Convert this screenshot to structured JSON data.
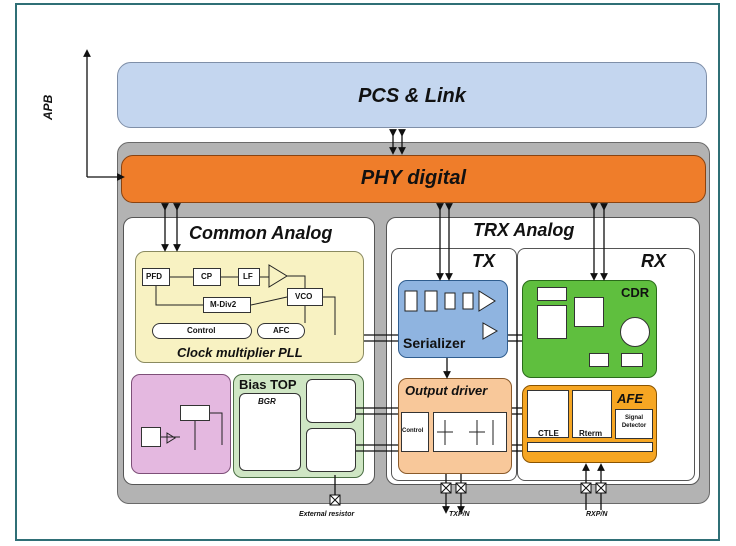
{
  "labels": {
    "pcs": "PCS & Link",
    "apb": "APB",
    "phy": "PHY digital",
    "common_analog": "Common Analog",
    "trx_analog": "TRX Analog",
    "tx": "TX",
    "rx": "RX",
    "pfd": "PFD",
    "cp": "CP",
    "lf": "LF",
    "vco": "VCO",
    "mdiv": "M-Div2",
    "control": "Control",
    "afc": "AFC",
    "pll": "Clock multiplier PLL",
    "bias_top": "Bias TOP",
    "bgr": "BGR",
    "serializer": "Serializer",
    "output_driver": "Output driver",
    "driver_control": "Control",
    "cdr": "CDR",
    "afe": "AFE",
    "ctle": "CTLE",
    "rterm": "Rterm",
    "signal_detector": "Signal Detector",
    "ext_resistor": "External resistor",
    "txp": "TXP/N",
    "rxp": "RXP/N"
  },
  "colors": {
    "frame": "#2f6f76",
    "pcs": "#c4d6ef",
    "phy": "#ef7d2a",
    "outer": "#b3b3b3",
    "pll": "#f8f2c2",
    "purple": "#e4b8e0",
    "bias": "#cfe6c4",
    "serializer": "#8fb4e0",
    "driver": "#f8c89a",
    "cdr": "#5fbf3e",
    "afe": "#f6a623"
  }
}
